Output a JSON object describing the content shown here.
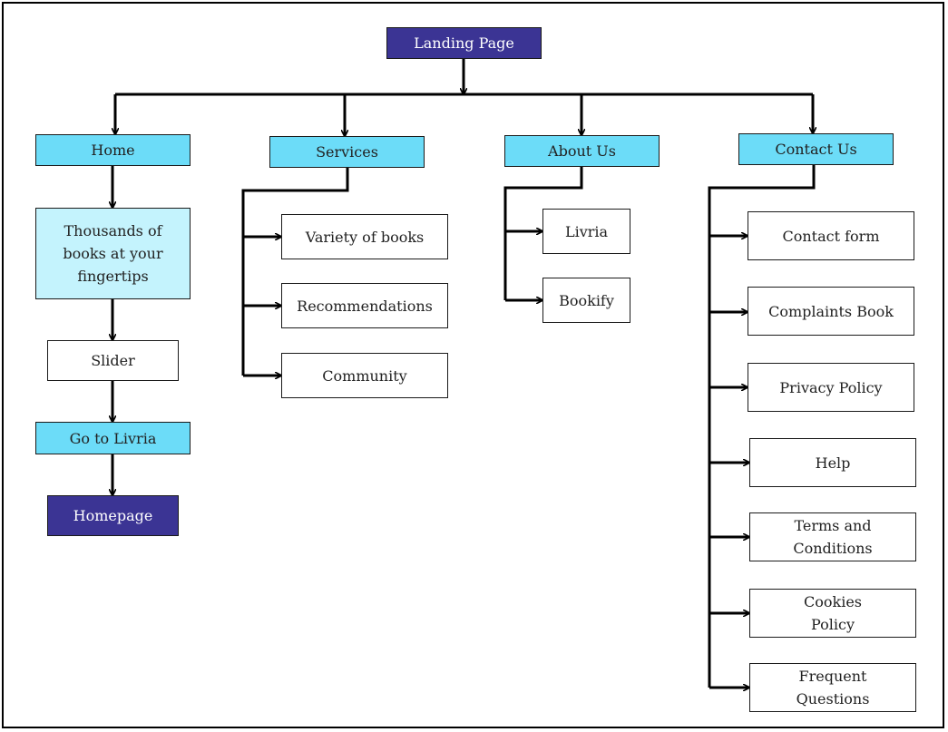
{
  "diagram": {
    "root": {
      "label": "Landing Page"
    },
    "branches": [
      {
        "label": "Home",
        "children": [
          {
            "label": "Thousands of books at your fingertips"
          },
          {
            "label": "Slider"
          },
          {
            "label": "Go to Livria"
          },
          {
            "label": "Homepage"
          }
        ]
      },
      {
        "label": "Services",
        "children": [
          {
            "label": "Variety of books"
          },
          {
            "label": "Recommendations"
          },
          {
            "label": "Community"
          }
        ]
      },
      {
        "label": "About Us",
        "children": [
          {
            "label": "Livria"
          },
          {
            "label": "Bookify"
          }
        ]
      },
      {
        "label": "Contact Us",
        "children": [
          {
            "label": "Contact form"
          },
          {
            "label": "Complaints Book"
          },
          {
            "label": "Privacy Policy"
          },
          {
            "label": "Help"
          },
          {
            "label": "Terms and Conditions"
          },
          {
            "label": "Cookies Policy"
          },
          {
            "label": "Frequent Questions"
          }
        ]
      }
    ]
  },
  "colors": {
    "root_fill": "#3b3494",
    "branch_fill": "#6cdcf8",
    "highlight_fill": "#c4f3fd",
    "leaf_fill": "#ffffff",
    "line": "#000000"
  }
}
